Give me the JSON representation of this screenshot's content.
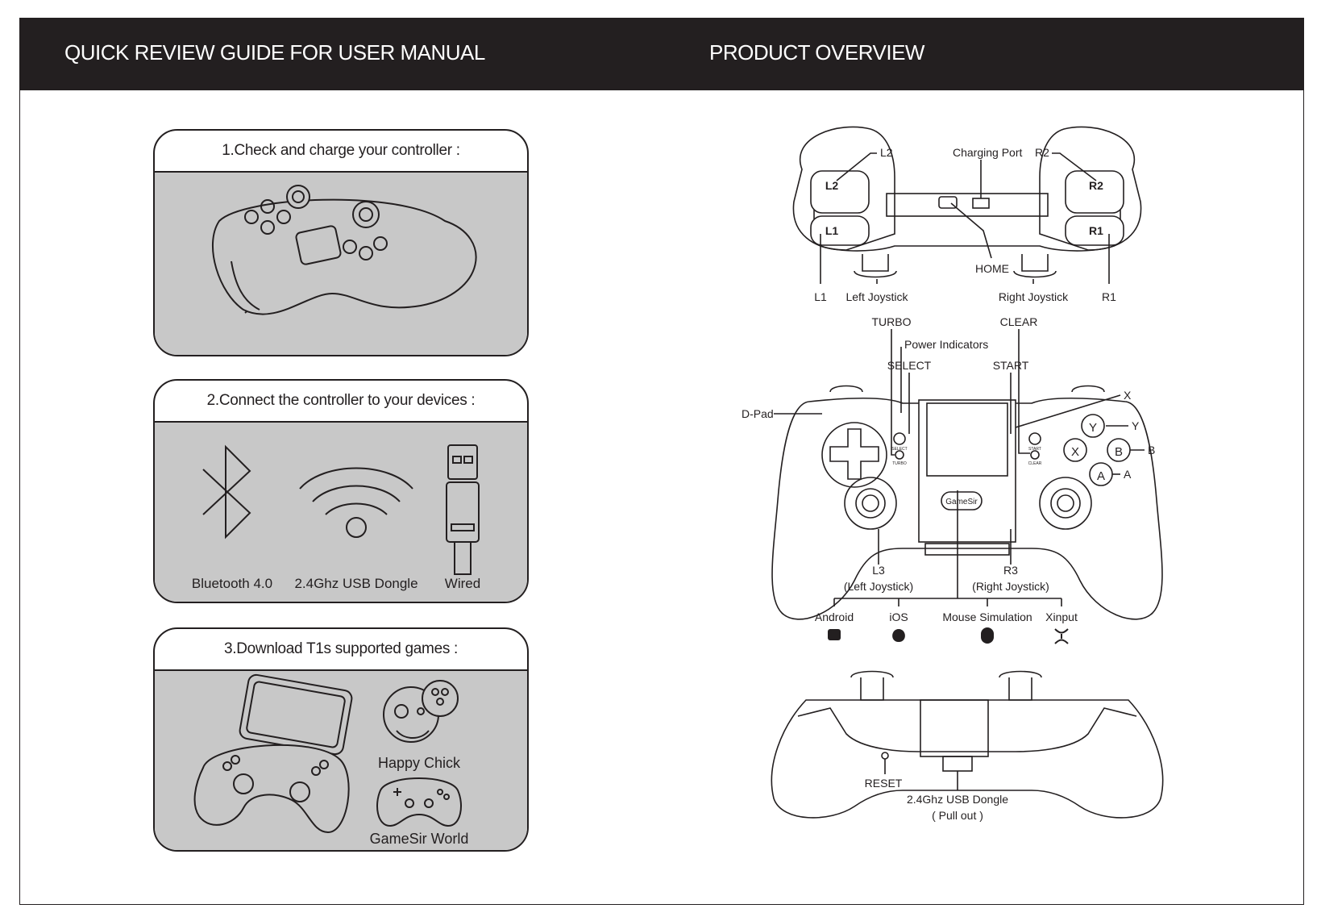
{
  "header": {
    "left_title": "QUICK REVIEW GUIDE FOR USER MANUAL",
    "right_title": "PRODUCT OVERVIEW"
  },
  "steps": [
    {
      "title": "1.Check and charge your controller :"
    },
    {
      "title": "2.Connect the controller to your devices :",
      "connections": [
        "Bluetooth 4.0",
        "2.4Ghz USB Dongle",
        "Wired"
      ]
    },
    {
      "title": "3.Download T1s supported games :",
      "games": [
        "Happy Chick",
        "GameSir World"
      ]
    }
  ],
  "overview": {
    "top_view": {
      "l2": "L2",
      "r2": "R2",
      "l1": "L1",
      "r1": "R1",
      "charging_port": "Charging Port",
      "home": "HOME",
      "left_joystick": "Left Joystick",
      "right_joystick": "Right Joystick",
      "l2_label": "L2",
      "r2_label": "R2",
      "l1_label": "L1",
      "r1_label": "R1"
    },
    "front_view": {
      "turbo": "TURBO",
      "clear": "CLEAR",
      "power_indicators": "Power Indicators",
      "select": "SELECT",
      "start": "START",
      "dpad": "D-Pad",
      "x": "X",
      "y": "Y",
      "b": "B",
      "a": "A",
      "select_small": "SELECT",
      "turbo_small": "TURBO",
      "start_small": "START",
      "clear_small": "CLEAR",
      "brand": "GameSir",
      "l3": "L3",
      "l3_sub": "(Left Joystick)",
      "r3": "R3",
      "r3_sub": "(Right Joystick)",
      "modes": [
        "Android",
        "iOS",
        "Mouse Simulation",
        "Xinput"
      ]
    },
    "bottom_view": {
      "reset": "RESET",
      "dongle": "2.4Ghz USB Dongle",
      "dongle_sub": "( Pull out )"
    }
  },
  "colors": {
    "dark": "#231f20",
    "panel_fill": "#c8c8c8",
    "white": "#ffffff"
  }
}
